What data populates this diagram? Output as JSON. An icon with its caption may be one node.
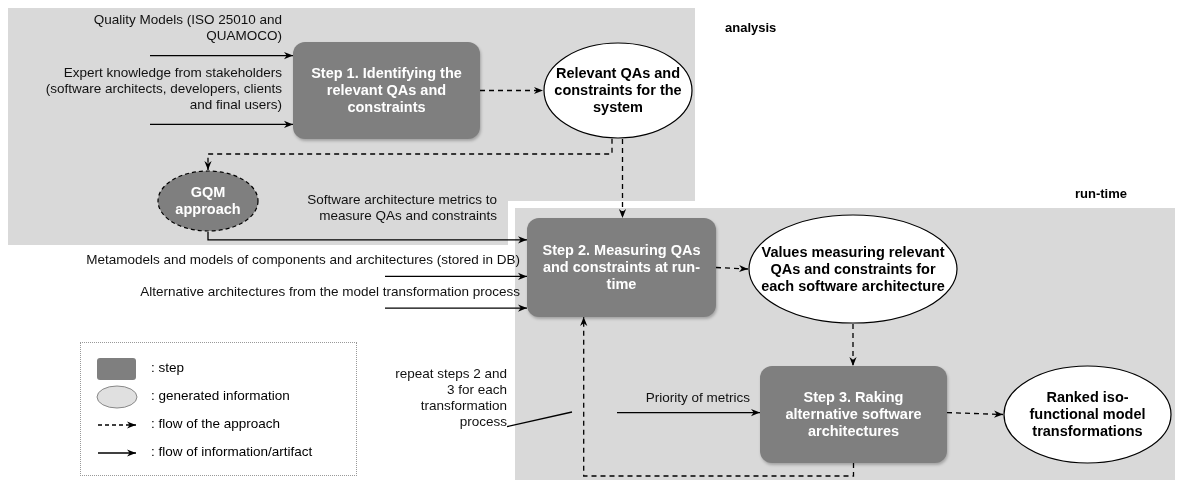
{
  "diagram": {
    "nodes": [
      {
        "text": [
          "analysis"
        ]
      },
      {
        "text": [
          "Step 1. Identifying the relevant QAs and constraints"
        ],
        "in": 0
      },
      {
        "text": [
          "Relevant QAs and constraints for the system"
        ],
        "in": 0
      },
      {
        "text": [
          "GQM approach"
        ],
        "in": 0
      },
      {
        "text": [
          "run-time"
        ]
      },
      {
        "text": [
          "Step 2. Measuring QAs and constraints at run-time"
        ],
        "in": 4
      },
      {
        "text": [
          "Values measuring relevant QAs and constraints for each software architecture"
        ],
        "in": 4
      },
      {
        "text": [
          "Step 3. Raking alternative software architectures"
        ],
        "in": 4
      },
      {
        "text": [
          "Ranked iso-functional model transformations"
        ],
        "in": 4
      },
      {
        "text": [
          "repeat steps 2 and 3 for each transformation process"
        ]
      }
    ],
    "edges": [
      {
        "from": null,
        "to": 1,
        "arrow": "to",
        "label": "Quality Models (ISO 25010 and QUAMOCO)"
      },
      {
        "from": null,
        "to": 1,
        "arrow": "to",
        "label": "Expert knowledge from stakeholders (software architects, developers, clients and final users)"
      },
      {
        "from": 1,
        "to": 2,
        "arrow": "to",
        "style": "dashed"
      },
      {
        "from": 2,
        "to": 3,
        "arrow": "to",
        "style": "dashed"
      },
      {
        "from": 2,
        "to": 5,
        "arrow": "to",
        "style": "dashed"
      },
      {
        "from": 3,
        "to": 5,
        "arrow": "to",
        "label": "Software architecture metrics to measure QAs and constraints"
      },
      {
        "from": null,
        "to": 5,
        "arrow": "to",
        "label": "Metamodels and models of components and architectures (stored in DB)"
      },
      {
        "from": null,
        "to": 5,
        "arrow": "to",
        "label": "Alternative architectures from the model transformation process"
      },
      {
        "from": 5,
        "to": 6,
        "arrow": "to",
        "style": "dashed"
      },
      {
        "from": 6,
        "to": 7,
        "arrow": "to",
        "style": "dashed"
      },
      {
        "from": null,
        "to": 7,
        "arrow": "to",
        "label": "Priority of metrics"
      },
      {
        "from": 7,
        "to": 8,
        "arrow": "to",
        "style": "dashed"
      },
      {
        "from": 7,
        "to": 5,
        "arrow": "to",
        "style": "dashed"
      },
      {
        "from": 9,
        "to": null,
        "arrow": "none"
      }
    ],
    "legend": [
      {
        "text": ": step"
      },
      {
        "text": ": generated information"
      },
      {
        "text": ": flow of the approach"
      },
      {
        "text": ": flow of information/artifact"
      }
    ]
  }
}
